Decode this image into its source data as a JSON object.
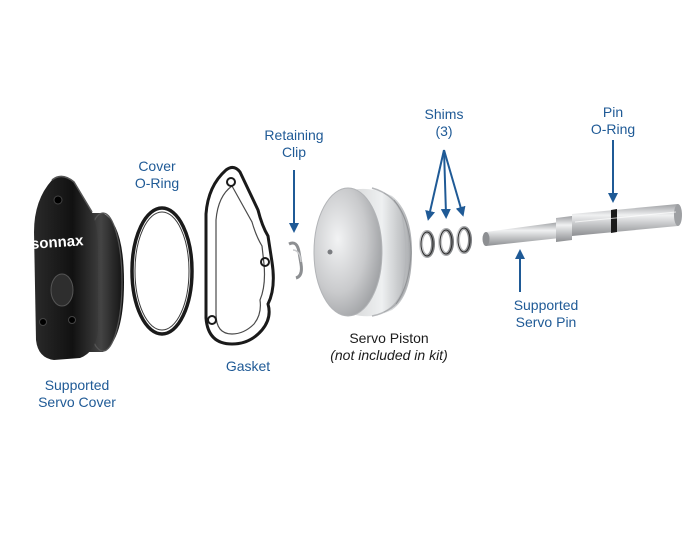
{
  "parts": {
    "servo_cover": {
      "line1": "Supported",
      "line2": "Servo Cover",
      "logo": "sonnax"
    },
    "cover_oring": {
      "line1": "Cover",
      "line2": "O-Ring"
    },
    "gasket": {
      "line1": "Gasket"
    },
    "retaining_clip": {
      "line1": "Retaining",
      "line2": "Clip"
    },
    "servo_piston": {
      "line1": "Servo Piston",
      "line2": "(not included in kit)"
    },
    "shims": {
      "line1": "Shims",
      "line2": "(3)"
    },
    "pin_oring": {
      "line1": "Pin",
      "line2": "O-Ring"
    },
    "servo_pin": {
      "line1": "Supported",
      "line2": "Servo Pin"
    }
  },
  "colors": {
    "label": "#1f5a96",
    "arrow": "#1f5a96",
    "cover_black": "#1e1e1e",
    "metal_silver": "#c8c9cb"
  }
}
